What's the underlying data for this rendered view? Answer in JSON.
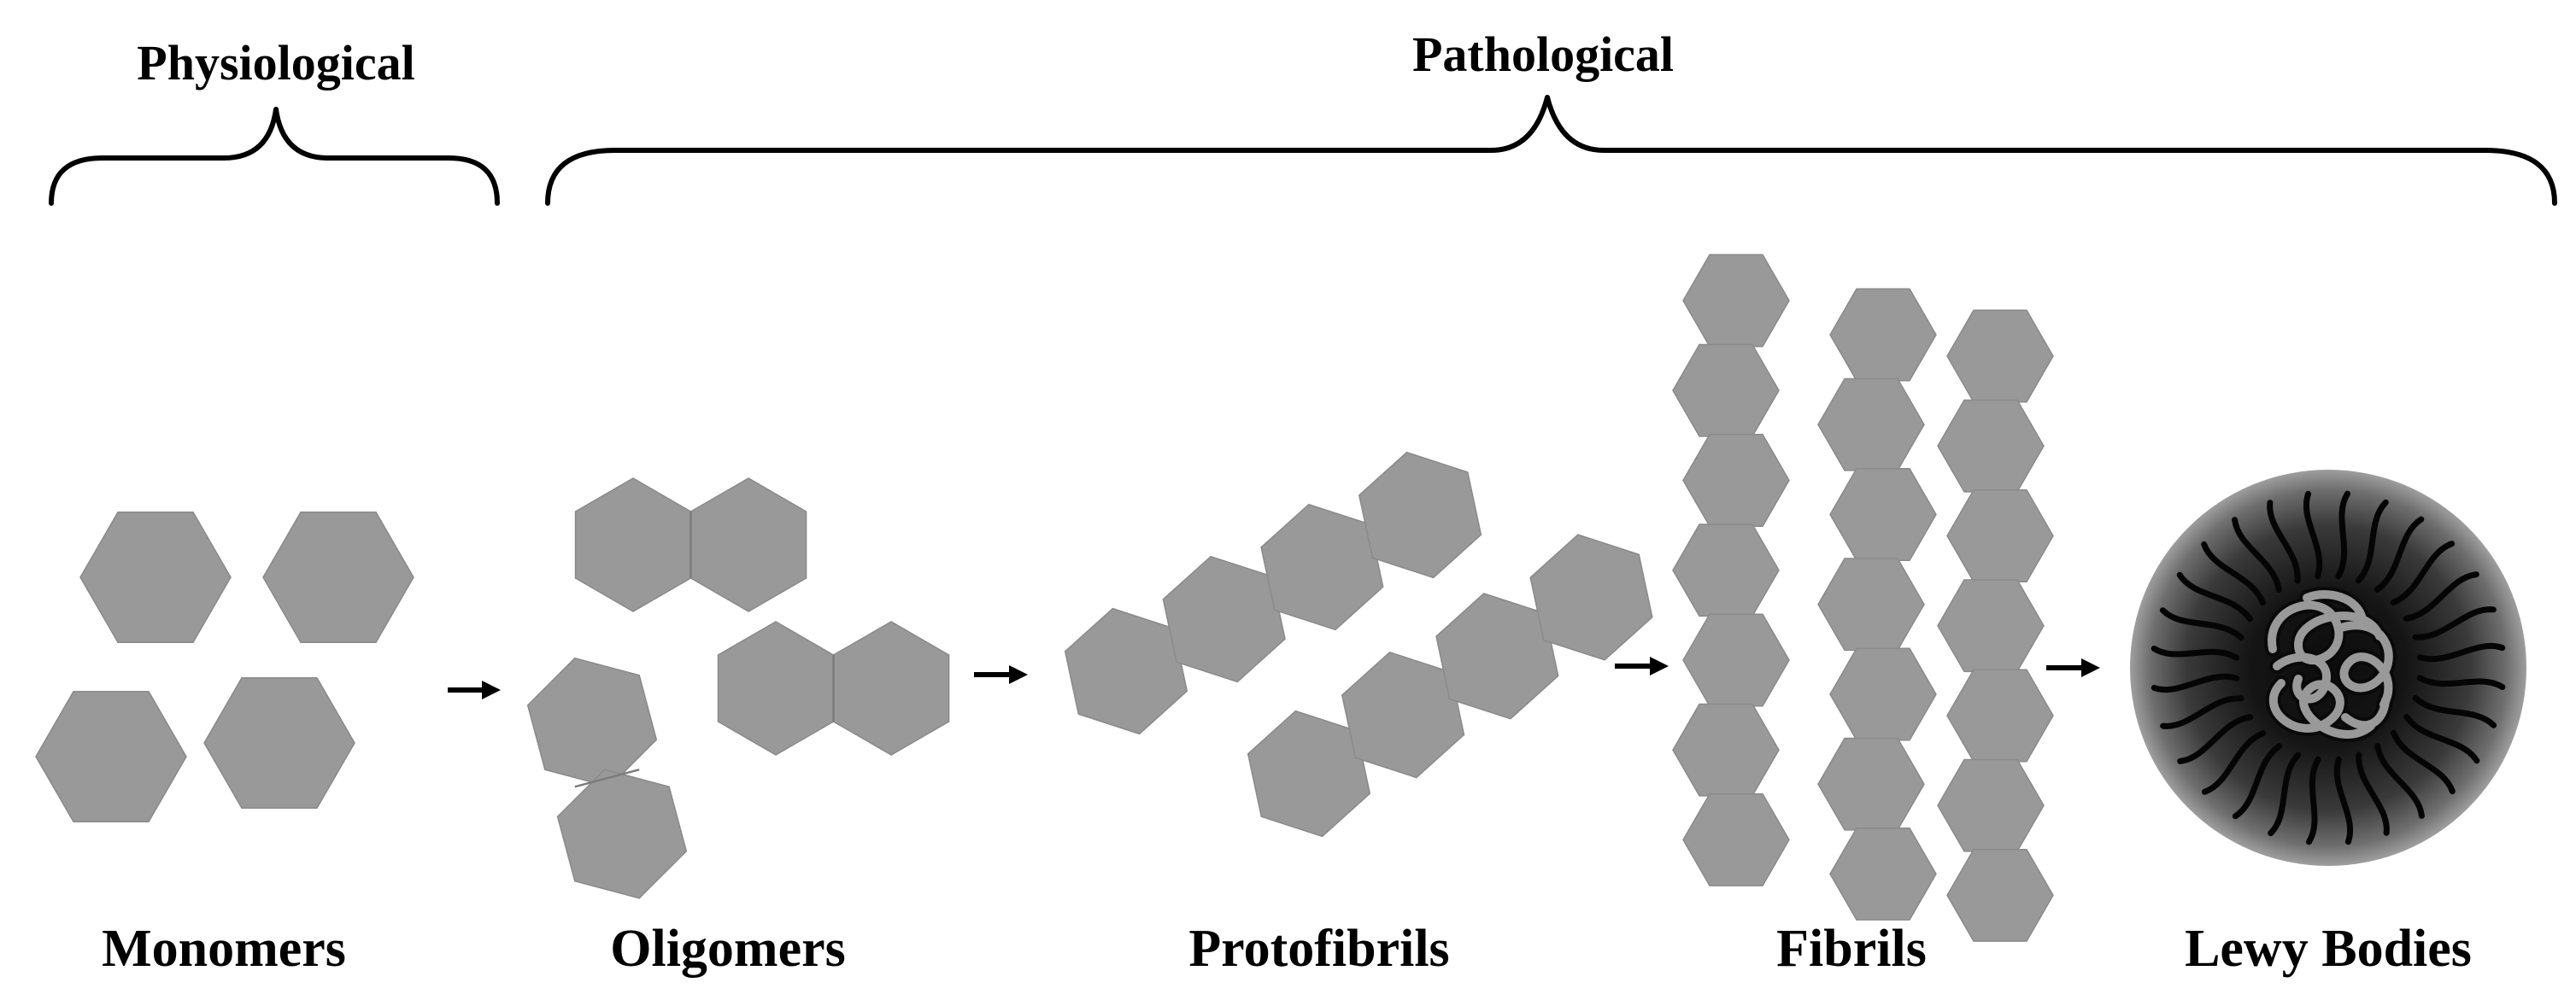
{
  "headers": {
    "physiological": "Physiological",
    "pathological": "Pathological"
  },
  "stages": [
    {
      "key": "monomers",
      "label": "Monomers"
    },
    {
      "key": "oligomers",
      "label": "Oligomers"
    },
    {
      "key": "protofibrils",
      "label": "Protofibrils"
    },
    {
      "key": "fibrils",
      "label": "Fibrils"
    },
    {
      "key": "lewy_bodies",
      "label": "Lewy Bodies"
    }
  ],
  "colors": {
    "hexagon_fill": "#999999",
    "text": "#000000",
    "lewy_core": "#0d0d0d",
    "lewy_rim": "#9a9a9a",
    "filament": "#999999"
  }
}
